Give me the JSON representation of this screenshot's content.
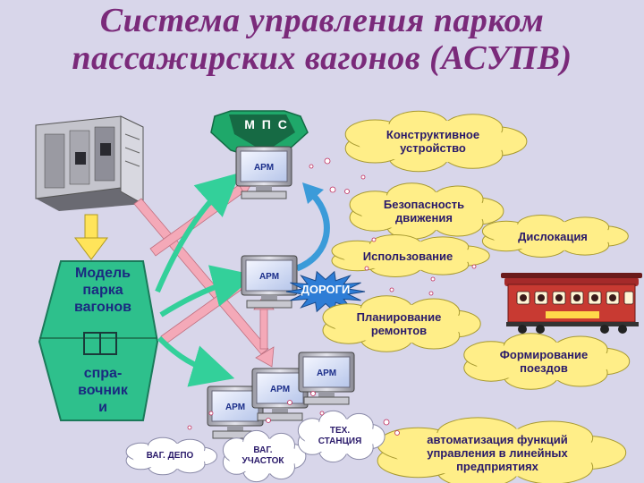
{
  "title": {
    "line1": "Система управления парком",
    "line2": "пассажирских вагонов (АСУПВ)"
  },
  "colors": {
    "background": "#d8d6ea",
    "title": "#7a2a7a",
    "cloud": "#ffee88",
    "hexagon": "#2ec08c",
    "arrow_green": "#33d09a",
    "arrow_pink": "#f4a9b8",
    "arrow_blue": "#3b9bd9",
    "mps_badge": "#1fa86a"
  },
  "mps": {
    "label": "М П С"
  },
  "monitors": {
    "arm_label": "АРМ"
  },
  "dorogi": {
    "label": "ДОРОГИ"
  },
  "hexagon": {
    "top": "Модель парка вагонов",
    "bottom": "спра-вочник и",
    "top_lines": [
      "Модель",
      "парка",
      "вагонов"
    ],
    "bottom_lines": [
      "спра-",
      "вочник",
      "и"
    ]
  },
  "clouds": {
    "konstr": [
      "Конструктивное",
      "устройство"
    ],
    "bezop": [
      "Безопасность",
      "движения"
    ],
    "dislok": [
      "Дислокация"
    ],
    "ispolz": [
      "Использование"
    ],
    "plan": [
      "Планирование",
      "ремонтов"
    ],
    "formir": [
      "Формирование",
      "поездов"
    ],
    "avtom": [
      "автоматизация функций",
      "управления в линейных",
      "предприятиях"
    ]
  },
  "white_clouds": {
    "vag_depo": [
      "ВАГ. ДЕПО"
    ],
    "vag_uchastok": [
      "ВАГ.",
      "УЧАСТОК"
    ],
    "teh_stanciya": [
      "ТЕХ.",
      "СТАНЦИЯ"
    ]
  },
  "icons": {
    "server": "server-rack-icon",
    "book": "book-icon",
    "wagon": "passenger-wagon-icon"
  }
}
